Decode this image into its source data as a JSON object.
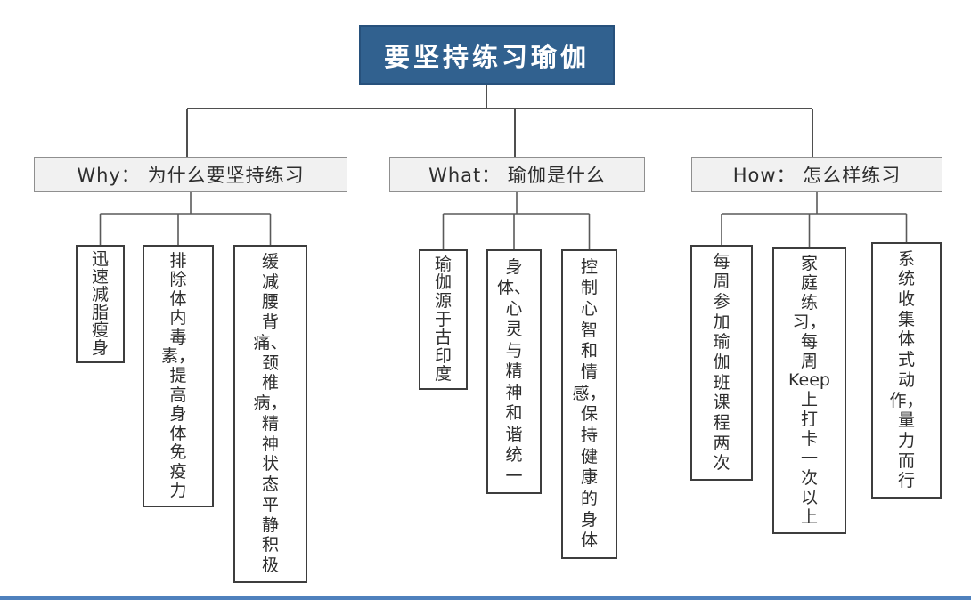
{
  "title": "要坚持练习瑜伽",
  "branches": [
    {
      "label": "Why： 为什么要坚持练习",
      "children": [
        "迅速减脂瘦身",
        "排除体内毒素，提高身体免疫力",
        "缓减腰背痛、颈椎病，精神状态平静积极"
      ]
    },
    {
      "label": "What： 瑜伽是什么",
      "children": [
        "瑜伽源于古印度",
        "身体、心灵与精神和谐统一",
        "控制心智和情感，保持健康的身体"
      ]
    },
    {
      "label": "How： 怎么样练习",
      "children": [
        "每周参加瑜伽班课程两次",
        "家庭练习，每周Keep上打卡一次以上",
        "系统收集体式动作，量力而行"
      ]
    }
  ],
  "colors": {
    "root_bg": "#31618f",
    "root_border": "#27517c",
    "root_text": "#ffffff",
    "branch_bg": "#f1f1f1",
    "branch_border": "#8f8f8f",
    "leaf_border": "#3d3d3d",
    "line": "#4f4f4f",
    "accent_bar": "#4f81bd"
  }
}
